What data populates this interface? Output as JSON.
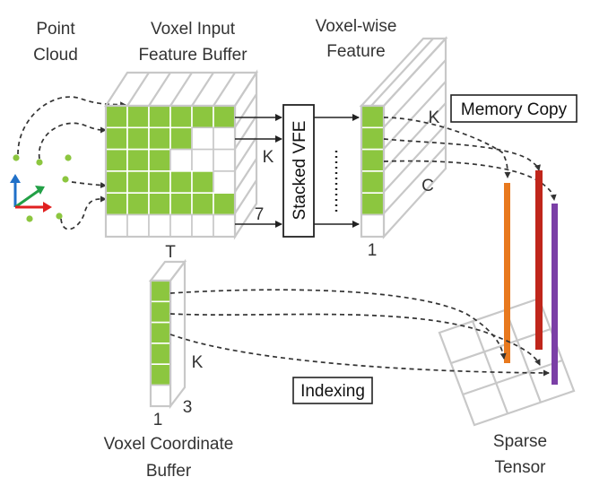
{
  "labels": {
    "point_cloud_1": "Point",
    "point_cloud_2": "Cloud",
    "voxel_input_1": "Voxel Input",
    "voxel_input_2": "Feature   Buffer",
    "voxel_wise_1": "Voxel-wise",
    "voxel_wise_2": "Feature",
    "stacked_vfe": "Stacked VFE",
    "memory_copy": "Memory Copy",
    "indexing": "Indexing",
    "coord_1": "Voxel Coordinate",
    "coord_2": "Buffer",
    "sparse_1": "Sparse",
    "sparse_2": "Tensor",
    "dim_K1": "K",
    "dim_K2": "K",
    "dim_K3": "K",
    "dim_T": "T",
    "dim_7": "7",
    "dim_C": "C",
    "dim_1a": "1",
    "dim_1b": "1",
    "dim_3": "3"
  },
  "colors": {
    "green": "#8cc63f",
    "gray": "#c8c8c8",
    "orange": "#e8791e",
    "red": "#c0261b",
    "purple": "#7b3fa6",
    "axis_red": "#e02020",
    "axis_green": "#22a046",
    "axis_blue": "#2070c8"
  },
  "icons": [
    "xyz-axes-icon"
  ]
}
